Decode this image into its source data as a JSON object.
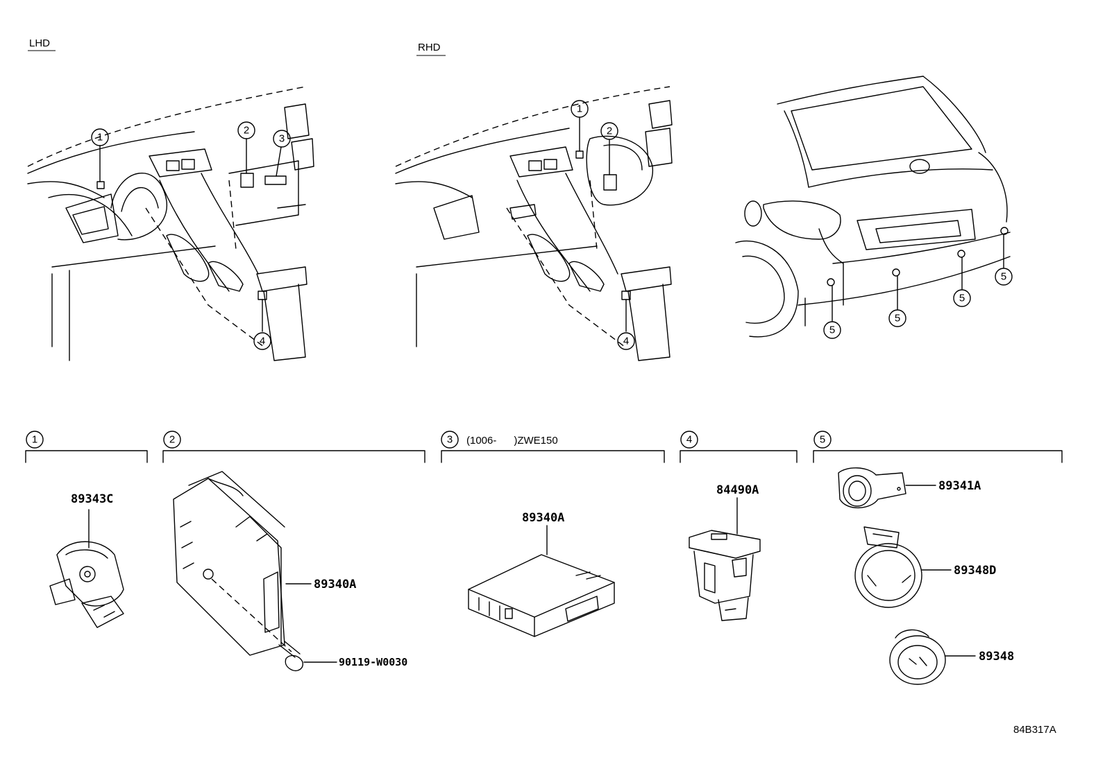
{
  "views": {
    "lhd": "LHD",
    "rhd": "RHD"
  },
  "callouts": [
    "1",
    "2",
    "3",
    "4",
    "5"
  ],
  "groups": [
    {
      "id": "1",
      "note": ""
    },
    {
      "id": "2",
      "note": ""
    },
    {
      "id": "3",
      "note": "(1006-      )ZWE150"
    },
    {
      "id": "4",
      "note": ""
    },
    {
      "id": "5",
      "note": ""
    }
  ],
  "parts": {
    "g1_sensor": "89343C",
    "g2_computer": "89340A",
    "g2_bolt": "90119-W0030",
    "g3_computer": "89340A",
    "g4_switch": "84490A",
    "g5_sensor": "89341A",
    "g5_retainer": "89348D",
    "g5_cover": "89348"
  },
  "figure_id": "84B317A"
}
